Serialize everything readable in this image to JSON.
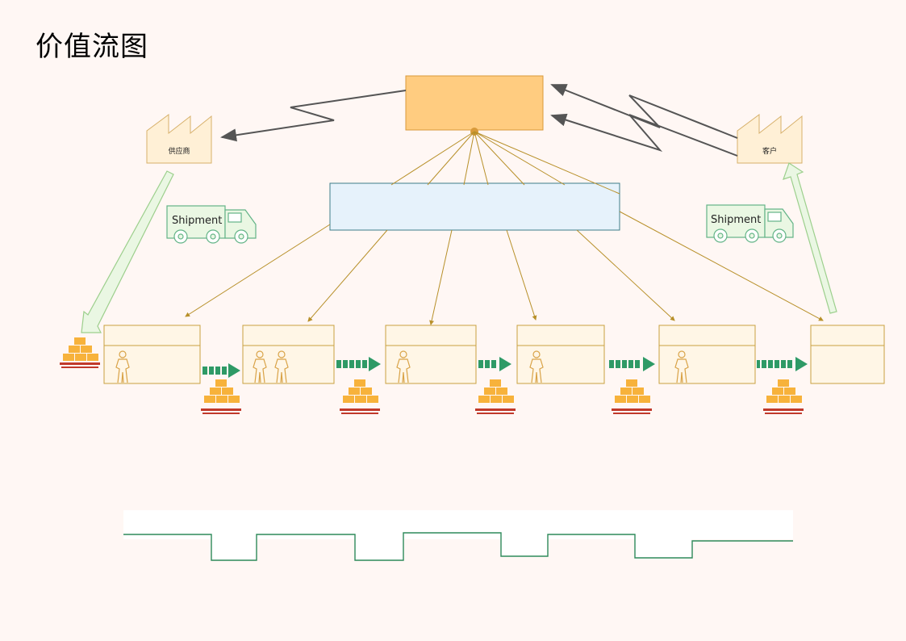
{
  "title": "价值流图",
  "supplier": {
    "label": "供应商"
  },
  "customer": {
    "label": "客户"
  },
  "shipment_left": {
    "label": "Shipment"
  },
  "shipment_right": {
    "label": "Shipment"
  },
  "control_box": {
    "label": ""
  },
  "mrp_box": {
    "label": ""
  },
  "processes": [
    {
      "label": "",
      "operators": 1
    },
    {
      "label": "",
      "operators": 2
    },
    {
      "label": "",
      "operators": 1
    },
    {
      "label": "",
      "operators": 1
    },
    {
      "label": "",
      "operators": 1
    },
    {
      "label": "",
      "operators": 0
    }
  ],
  "colors": {
    "background": "#fff7f4",
    "control_fill": "#ffcc80",
    "control_stroke": "#d89a3a",
    "mrp_fill": "#e6f2fb",
    "mrp_stroke": "#3e7d8a",
    "process_fill": "#fff6e6",
    "process_stroke": "#c8a040",
    "factory_fill": "#fff0d6",
    "factory_stroke": "#d7b06a",
    "info_line": "#b8902a",
    "push_arrow": "#2e9a66",
    "inventory": "#f7b23b",
    "pallet": "#c0392b",
    "timeline": "#2e8a5a",
    "ship_arrow_fill": "#eaf7e3",
    "ship_arrow_stroke": "#9ccf8c",
    "electronic_line": "#555555"
  }
}
